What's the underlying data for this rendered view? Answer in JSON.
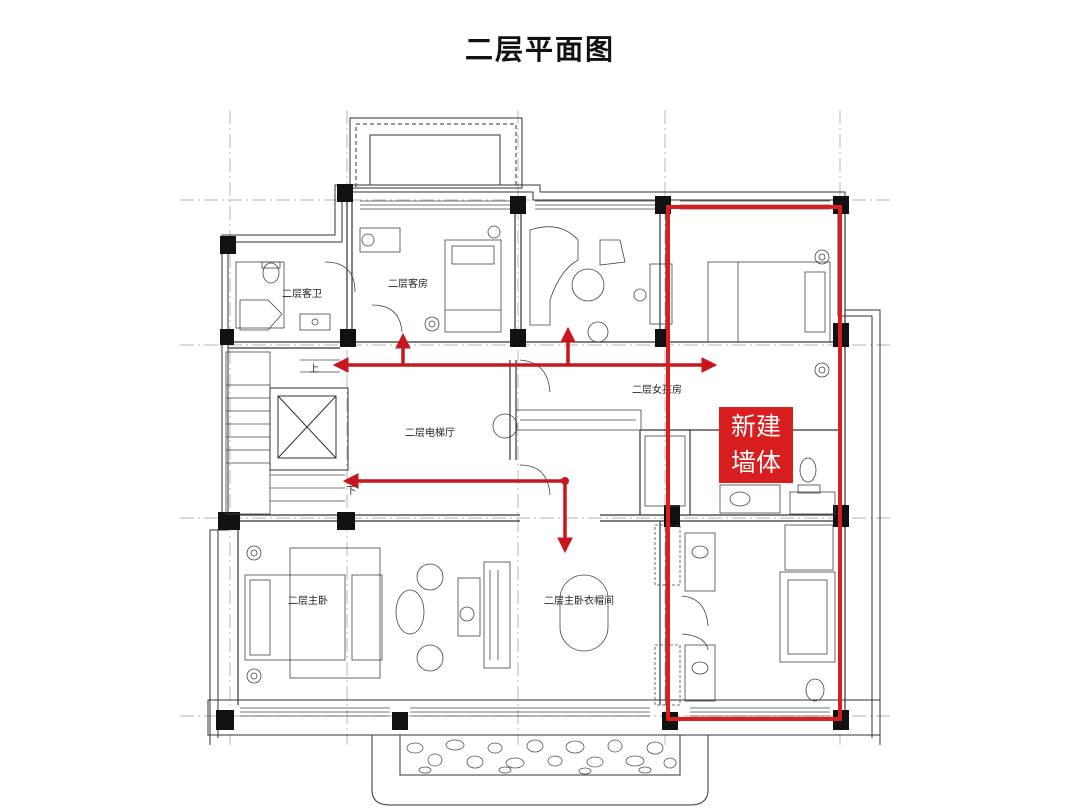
{
  "title": "二层平面图",
  "rooms": {
    "guest_bath": "二层客卫",
    "guest_room": "二层客房",
    "daughter_room": "二层女孩房",
    "elevator_hall": "二层电梯厅",
    "master_bedroom": "二层主卧",
    "master_closet": "二层主卧衣帽间",
    "stair_up": "上",
    "stair_down": "下"
  },
  "new_wall_badge": {
    "line1": "新建",
    "line2": "墙体"
  },
  "colors": {
    "highlight": "#d81e1e",
    "wall": "#111111",
    "line": "#444444",
    "axis": "#9a9a9a"
  }
}
